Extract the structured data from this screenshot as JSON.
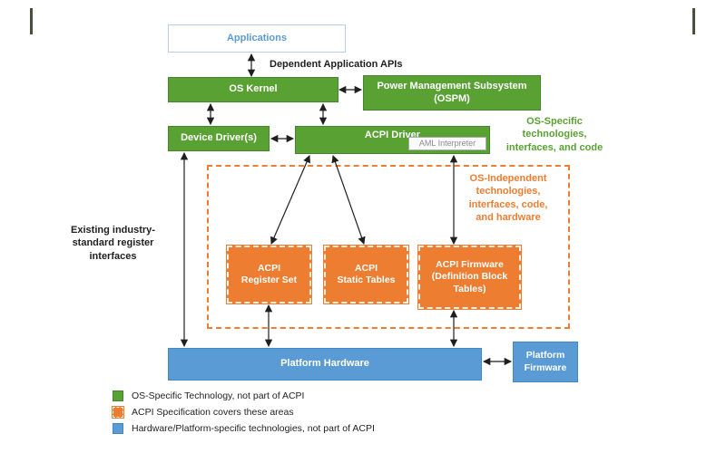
{
  "colors": {
    "green": "#5aa134",
    "green-border": "#47852a",
    "orange": "#ed7d31",
    "blue": "#5b9bd5",
    "blue-border": "#4288c8",
    "app-blue": "#5b9bd5",
    "ink": "#1f1f1f",
    "aml-gray": "#8c8c8c"
  },
  "boxes": {
    "applications": "Applications",
    "os_kernel": "OS Kernel",
    "pm_subsystem": "Power Management Subsystem\n(OSPM)",
    "device_drivers": "Device Driver(s)",
    "acpi_driver": "ACPI Driver",
    "aml_interpreter": "AML Interpreter",
    "acpi_register_set": "ACPI\nRegister Set",
    "acpi_static_tables": "ACPI\nStatic Tables",
    "acpi_firmware": "ACPI Firmware\n(Definition Block\nTables)",
    "platform_hardware": "Platform Hardware",
    "platform_firmware": "Platform\nFirmware"
  },
  "labels": {
    "dependent_apis": "Dependent Application APIs",
    "os_specific": "OS-Specific\ntechnologies,\ninterfaces, and code",
    "os_independent": "OS-Independent\ntechnologies,\ninterfaces, code,\nand hardware",
    "existing_interfaces": "Existing industry-\nstandard register\ninterfaces"
  },
  "legend": [
    {
      "swatch": "green",
      "text": "OS-Specific Technology, not part of ACPI"
    },
    {
      "swatch": "orange",
      "text": "ACPI Specification covers these areas"
    },
    {
      "swatch": "blue",
      "text": "Hardware/Platform-specific technologies, not part of ACPI"
    }
  ]
}
